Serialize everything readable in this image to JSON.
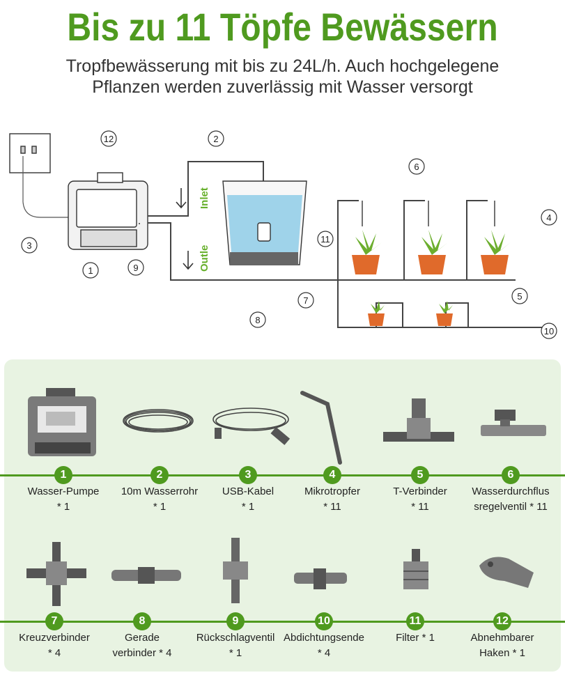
{
  "header": {
    "title": "Bis zu 11 Töpfe Bewässern",
    "subtitle_line1": "Tropfbewässerung mit bis zu 24L/h. Auch hochgelegene",
    "subtitle_line2": "Pflanzen werden zuverlässig mit Wasser versorgt"
  },
  "diagram": {
    "inlet_label": "Inlet",
    "outlet_label": "Outle",
    "callouts": [
      "1",
      "2",
      "3",
      "4",
      "5",
      "6",
      "7",
      "8",
      "9",
      "10",
      "11",
      "12"
    ]
  },
  "parts": [
    {
      "num": "1",
      "name": "Wasser-Pumpe",
      "qty": "* 1",
      "icon": "pump-icon"
    },
    {
      "num": "2",
      "name": "10m Wasserrohr",
      "qty": "* 1",
      "icon": "hose-icon"
    },
    {
      "num": "3",
      "name": "USB-Kabel",
      "qty": "* 1",
      "icon": "usb-cable-icon"
    },
    {
      "num": "4",
      "name": "Mikrotropfer",
      "qty": "* 11",
      "icon": "drip-stake-icon"
    },
    {
      "num": "5",
      "name": "T-Verbinder",
      "qty": "* 11",
      "icon": "t-connector-icon"
    },
    {
      "num": "6",
      "name": "Wasserdurchflus",
      "name2": "sregelventil * 11",
      "icon": "flow-valve-icon"
    },
    {
      "num": "7",
      "name": "Kreuzverbinder",
      "qty": "* 4",
      "icon": "cross-connector-icon"
    },
    {
      "num": "8",
      "name": "Gerade",
      "name2": "verbinder * 4",
      "icon": "straight-connector-icon"
    },
    {
      "num": "9",
      "name": "Rückschlagventil",
      "qty": "* 1",
      "icon": "check-valve-icon"
    },
    {
      "num": "10",
      "name": "Abdichtungsende",
      "qty": "* 4",
      "icon": "end-plug-icon"
    },
    {
      "num": "11",
      "name": "Filter * 1",
      "icon": "filter-icon"
    },
    {
      "num": "12",
      "name": "Abnehmbarer",
      "name2": "Haken * 1",
      "icon": "hook-icon"
    }
  ],
  "colors": {
    "accent": "#4f9a1f",
    "panel": "#e8f3e2"
  }
}
